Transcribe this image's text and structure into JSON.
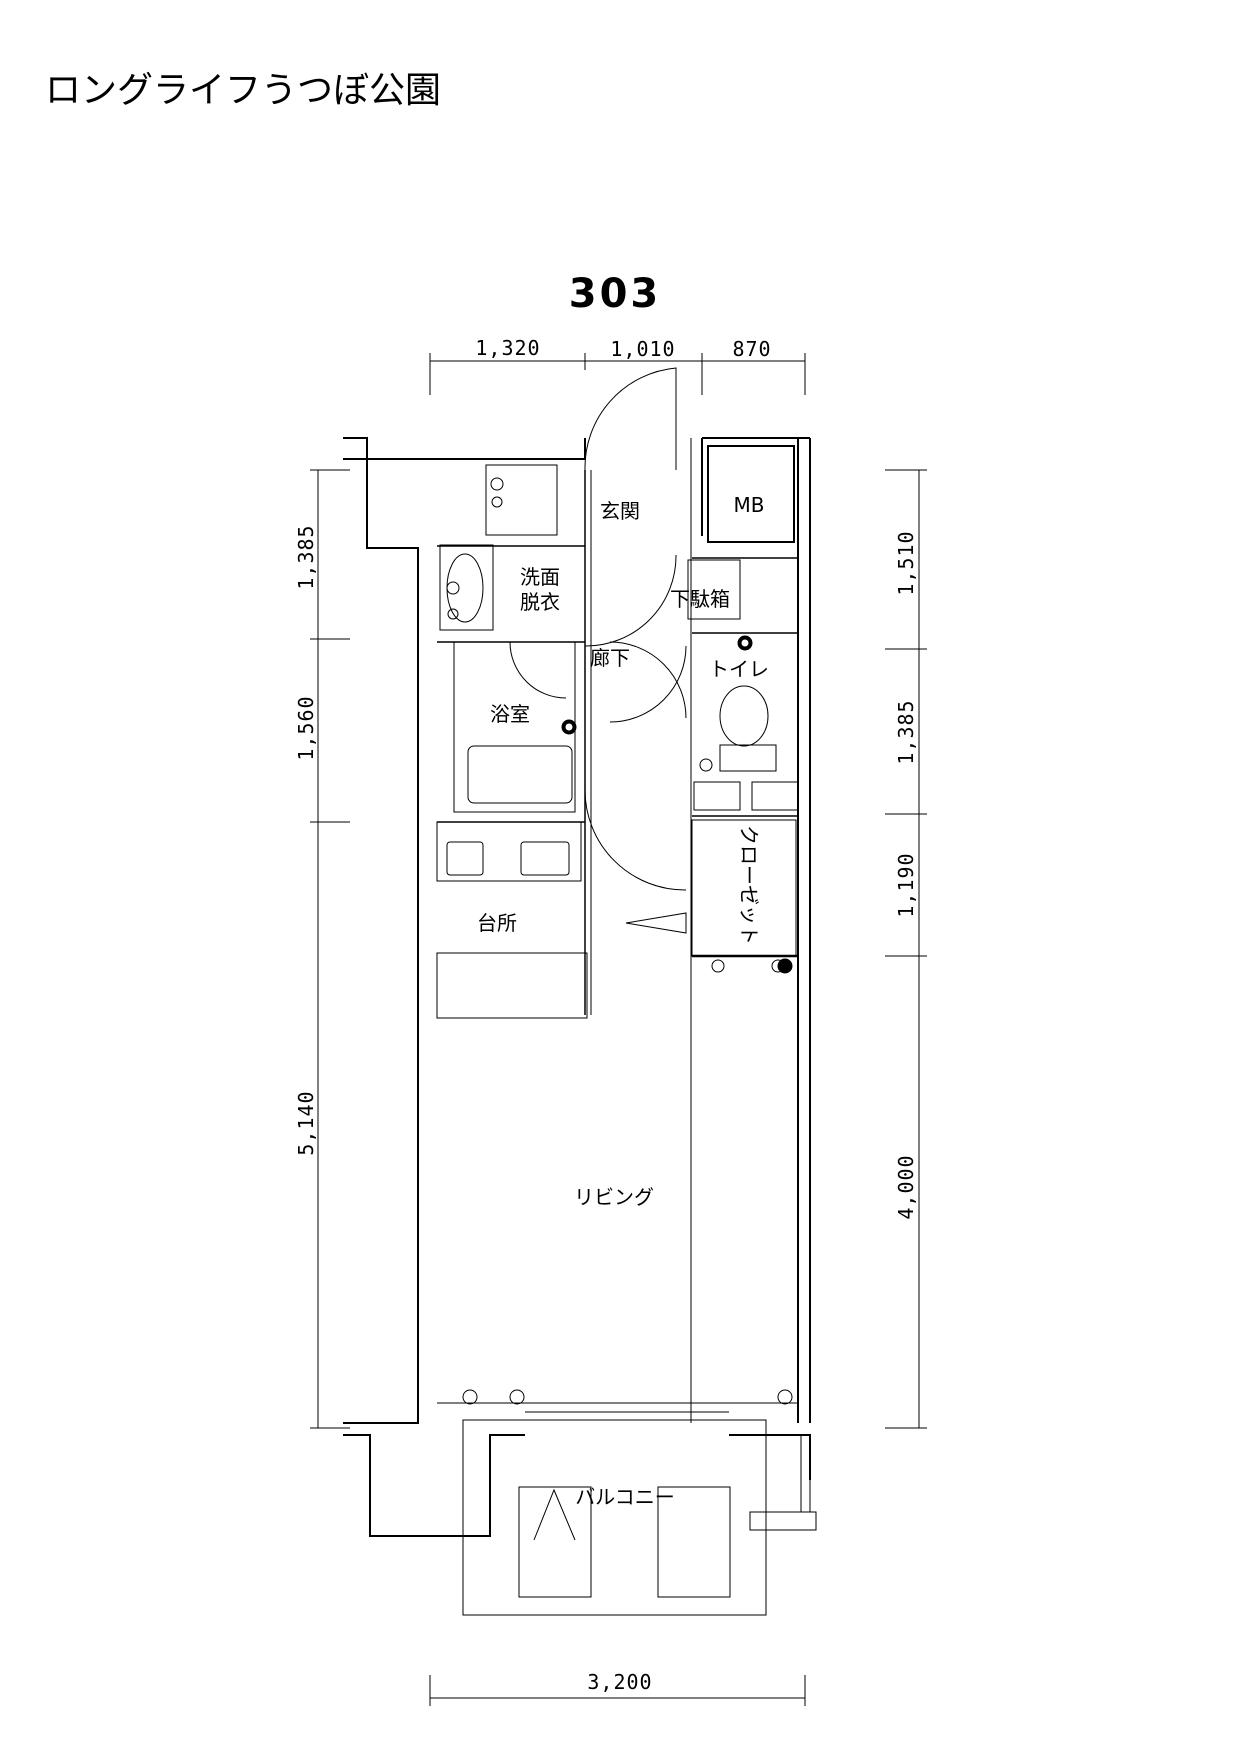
{
  "building_name": "ロングライフうつぼ公園",
  "unit_number": "303",
  "dimensions": {
    "top": [
      "1,320",
      "1,010",
      "870"
    ],
    "left": [
      "1,385",
      "1,560",
      "5,140"
    ],
    "right": [
      "1,510",
      "1,385",
      "1,190",
      "4,000"
    ],
    "bottom": "3,200"
  },
  "rooms": {
    "entrance": "玄関",
    "meter_box": "MB",
    "washroom_line1": "洗面",
    "washroom_line2": "脱衣",
    "shoe_box": "下駄箱",
    "hallway": "廊下",
    "toilet": "トイレ",
    "bathroom": "浴室",
    "closet": "クローゼット",
    "kitchen": "台所",
    "living": "リビング",
    "balcony": "バルコニー"
  }
}
